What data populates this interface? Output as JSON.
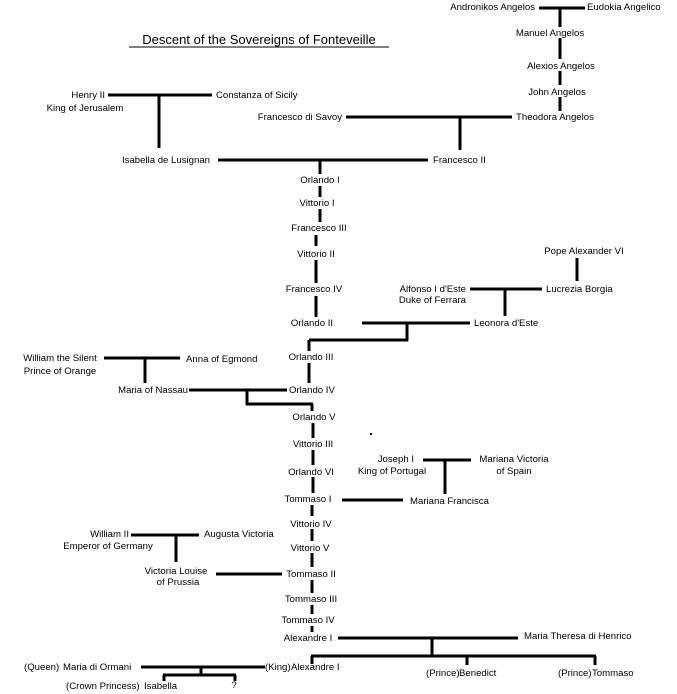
{
  "title": "Descent of the Sovereigns of Fonteveille",
  "people": {
    "andronikos": "Andronikos Angelos",
    "eudokia": "Eudokia Angelico",
    "manuel": "Manuel Angelos",
    "alexios": "Alexios Angelos",
    "john": "John Angelos",
    "theodora": "Theodora Angelos",
    "henry_ii": "Henry II",
    "henry_ii_title": "King of Jerusalem",
    "constanza": "Constanza of Sicily",
    "francesco_di_savoy": "Francesco di Savoy",
    "isabella_lusignan": "Isabella de Lusignan",
    "francesco_ii": "Francesco II",
    "orlando_i": "Orlando I",
    "vittorio_i": "Vittorio I",
    "francesco_iii": "Francesco III",
    "vittorio_ii": "Vittorio II",
    "pope_alexander": "Pope Alexander VI",
    "alfonso": "Alfonso I d'Este",
    "alfonso_title": "Duke of Ferrara",
    "lucrezia": "Lucrezia Borgia",
    "francesco_iv": "Francesco IV",
    "orlando_ii": "Orlando II",
    "leonora": "Leonora d'Este",
    "william_silent": "William the Silent",
    "william_silent_title": "Prince of Orange",
    "anna_egmond": "Anna of Egmond",
    "orlando_iii": "Orlando III",
    "maria_nassau": "Maria of Nassau",
    "orlando_iv": "Orlando IV",
    "orlando_v": "Orlando V",
    "vittorio_iii": "Vittorio III",
    "joseph_i": "Joseph I",
    "joseph_i_title": "King of Portugal",
    "mariana_victoria_1": "Mariana Victoria",
    "mariana_victoria_2": "of Spain",
    "orlando_vi": "Orlando VI",
    "tommaso_i": "Tommaso I",
    "mariana_francisca": "Mariana Francisca",
    "vittorio_iv": "Vittorio IV",
    "william_ii": "William II",
    "william_ii_title": "Emperor of Germany",
    "augusta": "Augusta Victoria",
    "vittorio_v": "Vittorio V",
    "victoria_louise_1": "Victoria Louise",
    "victoria_louise_2": "of Prussia",
    "tommaso_ii": "Tommaso II",
    "tommaso_iii": "Tommaso III",
    "tommaso_iv": "Tommaso IV",
    "alexandre_i": "Alexandre I",
    "maria_theresa": "Maria Theresa di Henrico",
    "queen_prefix": "(Queen)",
    "maria_ormani": "Maria di Ormani",
    "king_prefix": "(King)",
    "alexandre_i_king": "Alexandre I",
    "prince_prefix_1": "(Prince)",
    "benedict": "Benedict",
    "prince_prefix_2": "(Prince)",
    "tommaso_prince": "Tommaso",
    "crown_princess_prefix": "(Crown Princess)",
    "isabella_child": "Isabella",
    "unknown_child": "?"
  }
}
